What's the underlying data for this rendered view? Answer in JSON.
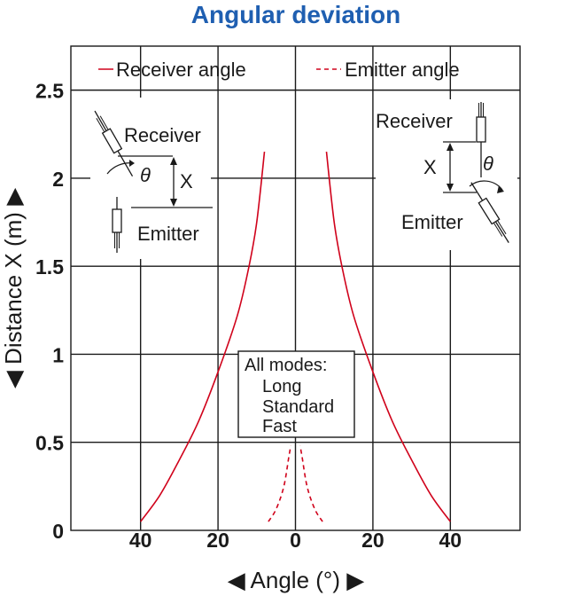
{
  "chart_data": {
    "type": "line",
    "title": "Angular deviation",
    "xlabel": "◀ Angle (°) ▶",
    "ylabel": "◀ Distance X (m) ▶",
    "xlim": [
      -58,
      58
    ],
    "ylim": [
      0,
      2.75
    ],
    "x_ticks": [
      -40,
      -20,
      0,
      20,
      40
    ],
    "x_tick_labels": [
      "40",
      "20",
      "0",
      "20",
      "40"
    ],
    "y_ticks": [
      0,
      0.5,
      1,
      1.5,
      2,
      2.5
    ],
    "y_tick_labels": [
      "0",
      "0.5",
      "1",
      "1.5",
      "2",
      "2.5"
    ],
    "grid": true,
    "legend_position": "top",
    "series": [
      {
        "name": "Receiver angle",
        "style": "solid",
        "color": "#d0021b",
        "branches": [
          [
            [
              40,
              0.05
            ],
            [
              35,
              0.2
            ],
            [
              30,
              0.4
            ],
            [
              25,
              0.62
            ],
            [
              20,
              0.9
            ],
            [
              15,
              1.22
            ],
            [
              12,
              1.5
            ],
            [
              10,
              1.75
            ],
            [
              8,
              2.15
            ]
          ],
          [
            [
              -40,
              0.05
            ],
            [
              -35,
              0.2
            ],
            [
              -30,
              0.4
            ],
            [
              -25,
              0.62
            ],
            [
              -20,
              0.9
            ],
            [
              -15,
              1.22
            ],
            [
              -12,
              1.5
            ],
            [
              -10,
              1.75
            ],
            [
              -8,
              2.15
            ]
          ]
        ]
      },
      {
        "name": "Emitter angle",
        "style": "dashed",
        "color": "#d0021b",
        "branches": [
          [
            [
              7,
              0.05
            ],
            [
              5,
              0.12
            ],
            [
              3,
              0.25
            ],
            [
              1.7,
              0.42
            ],
            [
              1.2,
              0.48
            ]
          ],
          [
            [
              -7,
              0.05
            ],
            [
              -5,
              0.12
            ],
            [
              -3,
              0.25
            ],
            [
              -1.7,
              0.42
            ],
            [
              -1.2,
              0.48
            ]
          ]
        ]
      }
    ],
    "annotation": {
      "heading": "All modes:",
      "items": [
        "Long",
        "Standard",
        "Fast"
      ]
    },
    "diagram_left": {
      "top_label": "Receiver",
      "bottom_label": "Emitter",
      "distance_label": "X",
      "angle_symbol": "θ"
    },
    "diagram_right": {
      "top_label": "Receiver",
      "bottom_label": "Emitter",
      "distance_label": "X",
      "angle_symbol": "θ"
    }
  }
}
